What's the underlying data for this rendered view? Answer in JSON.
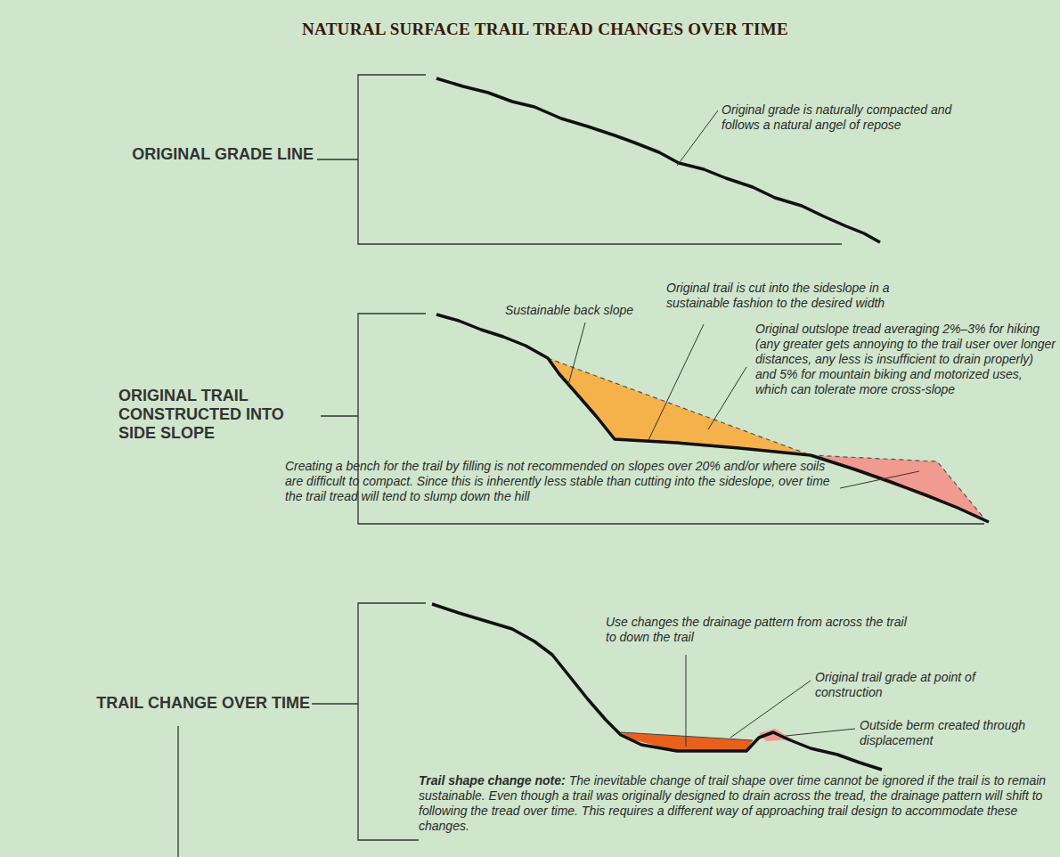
{
  "diagram": {
    "title": "NATURAL SURFACE TRAIL TREAD CHANGES OVER TIME",
    "labels": [
      "ORIGINAL GRADE LINE",
      "Original grade is naturally compacted and follows a natural angel of repose",
      "ORIGINAL TRAIL CONSTRUCTED INTO SIDE SLOPE",
      "Sustainable back slope",
      "Original trail is cut into the sideslope in a sustainable fashion to the desired width",
      "Original outslope tread averaging 2%–3% for hiking (any greater gets annoying to the trail user over longer distances, any less is insufficient to drain properly) and 5% for mountain biking and motorized uses, which can tolerate more cross-slope",
      "Creating a bench for the trail by filling is not recommended on slopes over 20% and/or where soils are difficult to compact. Since this is inherently less stable than cutting into the sideslope, over time the trail tread will tend to slump down the hill",
      "TRAIL CHANGE OVER TIME",
      "Use changes the drainage pattern from across the trail to down the trail",
      "Original trail grade at point of construction",
      "Outside berm created through displacement",
      "Trail shape change note:",
      "The inevitable change of trail shape over time cannot be ignored if the trail is to remain sustainable. Even though a trail was originally designed to drain across the tread, the drainage pattern will shift to following the tread over time. This requires a different way of approaching trail design to accommodate these changes."
    ]
  }
}
